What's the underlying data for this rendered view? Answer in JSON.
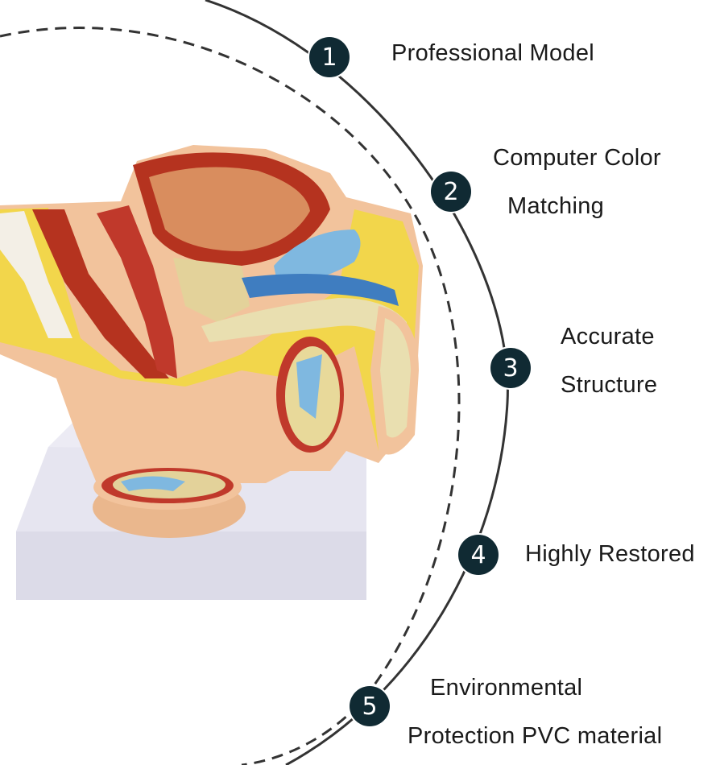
{
  "features": [
    {
      "number": "1",
      "lines": [
        "Professional Model"
      ]
    },
    {
      "number": "2",
      "lines": [
        "Computer Color",
        "Matching"
      ]
    },
    {
      "number": "3",
      "lines": [
        "Accurate",
        "Structure"
      ]
    },
    {
      "number": "4",
      "lines": [
        "Highly Restored"
      ]
    },
    {
      "number": "5",
      "lines": [
        "Environmental",
        "Protection PVC material"
      ]
    }
  ],
  "colors": {
    "badge": "#102a33",
    "arc": "#333333",
    "text": "#1a1a1a",
    "base": "#e7e6f0",
    "skin": "#f2c39c",
    "muscle": "#c0392b",
    "fat": "#f2d64b",
    "blue": "#7fb8e0"
  }
}
